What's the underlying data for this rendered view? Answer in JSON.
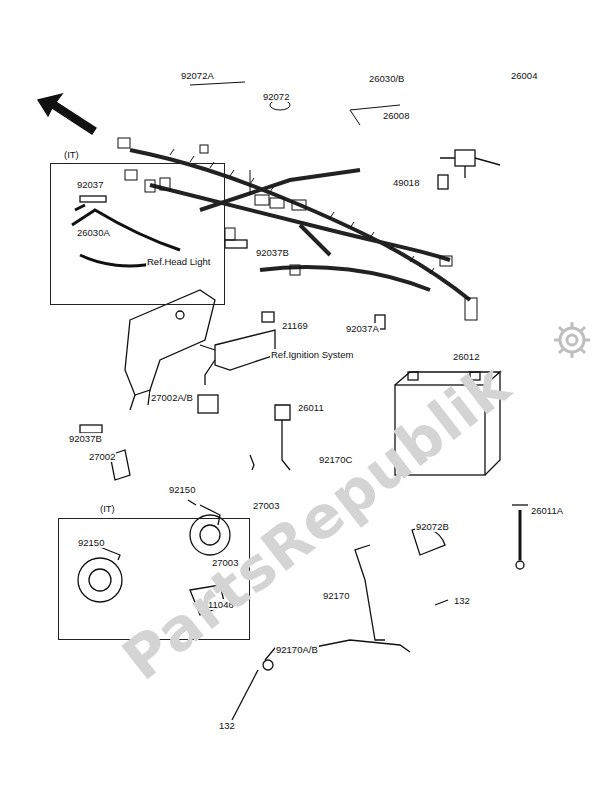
{
  "diagram": {
    "nodes": [
      {
        "text": [
          "(IT)",
          "92037",
          "26030A"
        ]
      },
      {
        "text": [
          "(IT)",
          "92150",
          "27003",
          "11046"
        ]
      }
    ],
    "labels": [
      "92072A",
      "92072",
      "26030/B",
      "26008",
      "26004",
      "49018",
      "Ref.Head Light",
      "92037B",
      "21169",
      "92037A",
      "Ref.Ignition System",
      "26012",
      "27002A/B",
      "26011",
      "92037B",
      "27002",
      "92170C",
      "92150",
      "27003",
      "26011A",
      "92072B",
      "92170",
      "132",
      "92170A/B",
      "132",
      "PartsRepublik"
    ]
  }
}
